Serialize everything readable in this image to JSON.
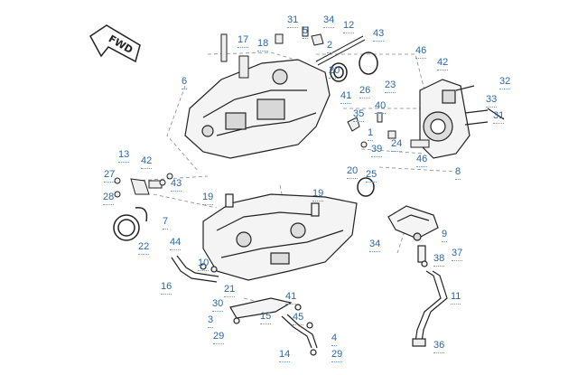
{
  "badge": {
    "text": "FWD"
  },
  "colors": {
    "callout": "#2a67a8",
    "line": "#222222",
    "leader": "#8a8a8a"
  },
  "callouts": [
    {
      "id": "c31a",
      "label": "31"
    },
    {
      "id": "c34a",
      "label": "34"
    },
    {
      "id": "c12",
      "label": "12"
    },
    {
      "id": "c5",
      "label": "5"
    },
    {
      "id": "c17",
      "label": "17"
    },
    {
      "id": "c18",
      "label": "18"
    },
    {
      "id": "c2",
      "label": "2"
    },
    {
      "id": "c43a",
      "label": "43"
    },
    {
      "id": "c46a",
      "label": "46"
    },
    {
      "id": "c6",
      "label": "6"
    },
    {
      "id": "c20a",
      "label": "20"
    },
    {
      "id": "c26",
      "label": "26"
    },
    {
      "id": "c23",
      "label": "23"
    },
    {
      "id": "c42a",
      "label": "42"
    },
    {
      "id": "c32",
      "label": "32"
    },
    {
      "id": "c41a",
      "label": "41"
    },
    {
      "id": "c33",
      "label": "33"
    },
    {
      "id": "c35",
      "label": "35"
    },
    {
      "id": "c40",
      "label": "40"
    },
    {
      "id": "c31b",
      "label": "31"
    },
    {
      "id": "c1",
      "label": "1"
    },
    {
      "id": "c24",
      "label": "24"
    },
    {
      "id": "c39",
      "label": "39"
    },
    {
      "id": "c13",
      "label": "13"
    },
    {
      "id": "c42b",
      "label": "42"
    },
    {
      "id": "c46b",
      "label": "46"
    },
    {
      "id": "c27",
      "label": "27"
    },
    {
      "id": "c43b",
      "label": "43"
    },
    {
      "id": "c8",
      "label": "8"
    },
    {
      "id": "c20b",
      "label": "20"
    },
    {
      "id": "c25",
      "label": "25"
    },
    {
      "id": "c28",
      "label": "28"
    },
    {
      "id": "c19a",
      "label": "19"
    },
    {
      "id": "c19b",
      "label": "19"
    },
    {
      "id": "c7",
      "label": "7"
    },
    {
      "id": "c22",
      "label": "22"
    },
    {
      "id": "c9",
      "label": "9"
    },
    {
      "id": "c34b",
      "label": "34"
    },
    {
      "id": "c44",
      "label": "44"
    },
    {
      "id": "c37",
      "label": "37"
    },
    {
      "id": "c38",
      "label": "38"
    },
    {
      "id": "c10",
      "label": "10"
    },
    {
      "id": "c16",
      "label": "16"
    },
    {
      "id": "c21",
      "label": "21"
    },
    {
      "id": "c41b",
      "label": "41"
    },
    {
      "id": "c11",
      "label": "11"
    },
    {
      "id": "c30",
      "label": "30"
    },
    {
      "id": "c15",
      "label": "15"
    },
    {
      "id": "c45",
      "label": "45"
    },
    {
      "id": "c3",
      "label": "3"
    },
    {
      "id": "c29a",
      "label": "29"
    },
    {
      "id": "c4",
      "label": "4"
    },
    {
      "id": "c36",
      "label": "36"
    },
    {
      "id": "c14",
      "label": "14"
    },
    {
      "id": "c29b",
      "label": "29"
    }
  ]
}
